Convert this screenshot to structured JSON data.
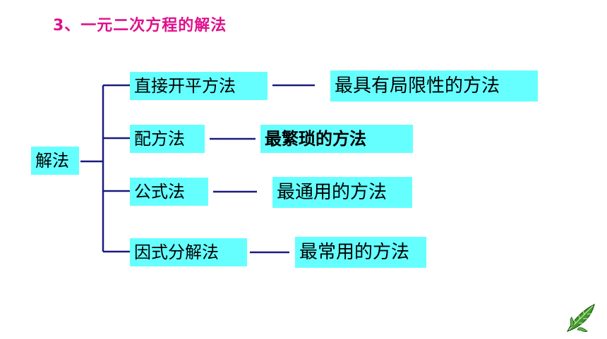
{
  "title": "3、一元二次方程的解法",
  "root": {
    "label": "解法"
  },
  "methods": [
    {
      "label": "直接开平方法",
      "description": "最具有局限性的方法"
    },
    {
      "label": "配方法",
      "description": "最繁琐的方法"
    },
    {
      "label": "公式法",
      "description": "最通用的方法"
    },
    {
      "label": "因式分解法",
      "description": "最常用的方法"
    }
  ],
  "colors": {
    "title": "#e0108c",
    "box_fill": "#66ffff",
    "connector": "#1a1a80"
  },
  "decoration": {
    "icon": "leaf-icon"
  }
}
